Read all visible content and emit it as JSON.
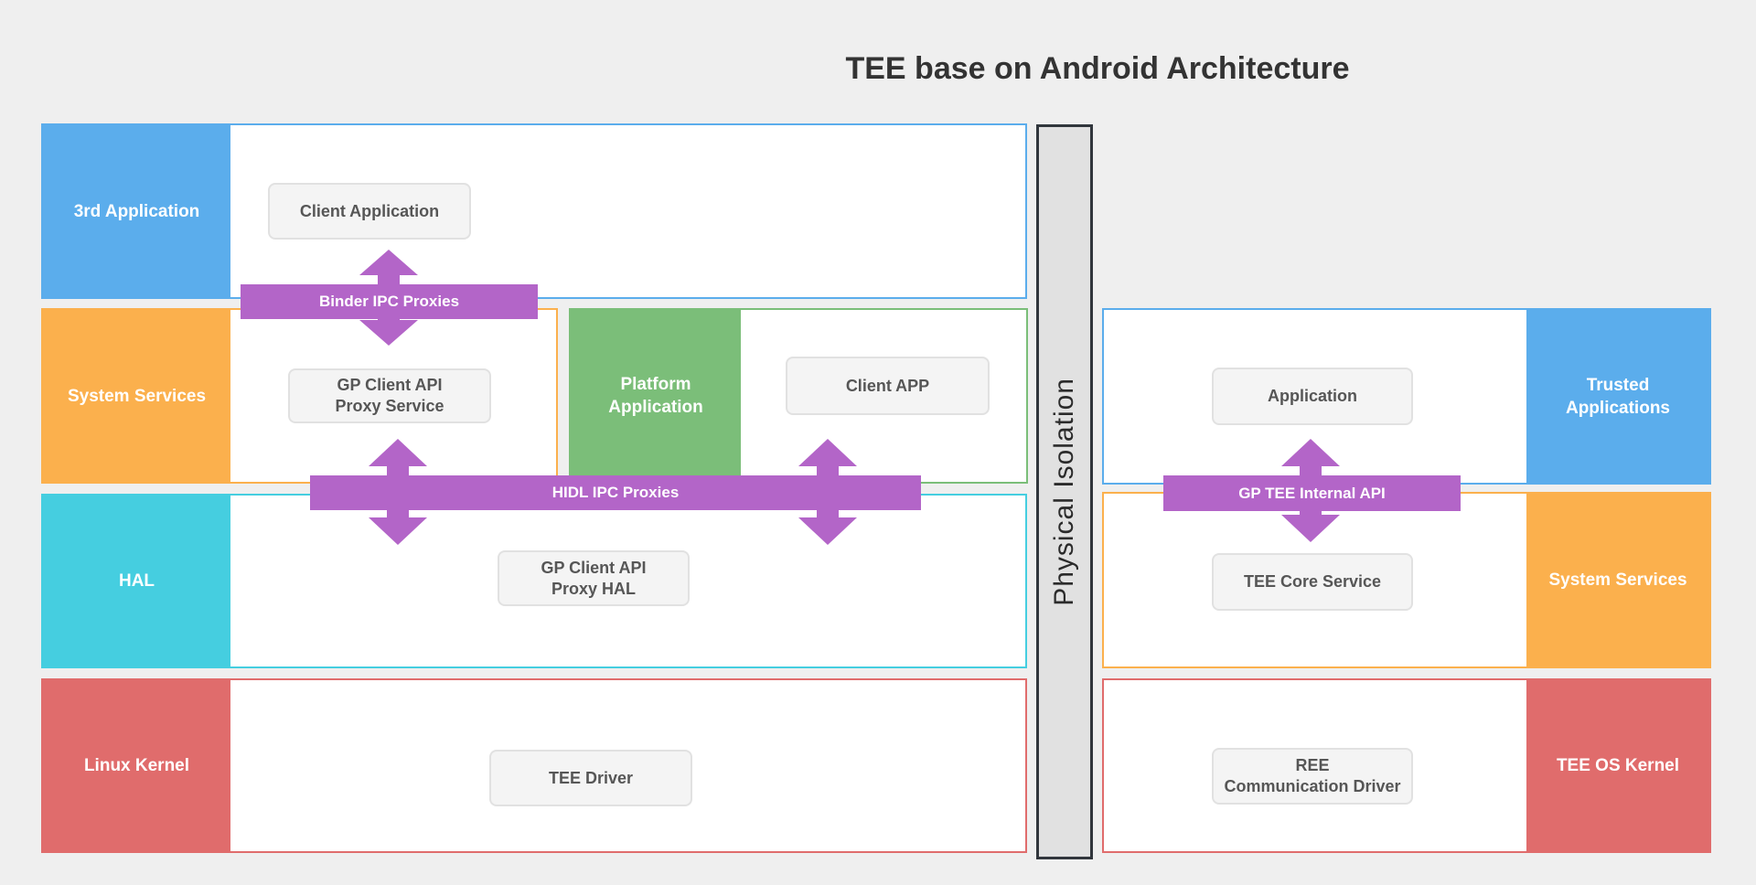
{
  "title": "TEE base on Android Architecture",
  "isolation": {
    "label": "Physical Isolation"
  },
  "colors": {
    "background": "#efefef",
    "blue": "#5badec",
    "orange": "#fbb04d",
    "green": "#7bbe79",
    "cyan": "#45cee0",
    "red": "#e06c6c",
    "purple": "#b365c8",
    "node_fill": "#f4f4f4",
    "node_border": "#e1e1e1",
    "node_text": "#565656",
    "isolation_fill": "#e1e1e1",
    "isolation_border": "#31363c",
    "title_text": "#333333"
  },
  "ree": {
    "row1": {
      "label": "3rd Application"
    },
    "row2": {
      "label": "System Services"
    },
    "platform": {
      "label_line1": "Platform",
      "label_line2": "Application"
    },
    "row3": {
      "label": "HAL"
    },
    "row4": {
      "label": "Linux Kernel"
    },
    "btn_client_application": "Client Application",
    "btn_gp_proxy_service_l1": "GP Client API",
    "btn_gp_proxy_service_l2": "Proxy Service",
    "btn_client_app": "Client APP",
    "btn_gp_proxy_hal_l1": "GP Client API",
    "btn_gp_proxy_hal_l2": "Proxy HAL",
    "btn_tee_driver": "TEE Driver",
    "banner_binder": "Binder IPC Proxies",
    "banner_hidl": "HIDL IPC Proxies"
  },
  "tee": {
    "row1": {
      "label_line1": "Trusted",
      "label_line2": "Applications"
    },
    "row2": {
      "label": "System Services"
    },
    "row3": {
      "label": "TEE OS Kernel"
    },
    "btn_application": "Application",
    "btn_tee_core_service": "TEE Core Service",
    "btn_ree_driver_l1": "REE",
    "btn_ree_driver_l2": "Communication Driver",
    "banner_internal_api": "GP TEE Internal API"
  }
}
